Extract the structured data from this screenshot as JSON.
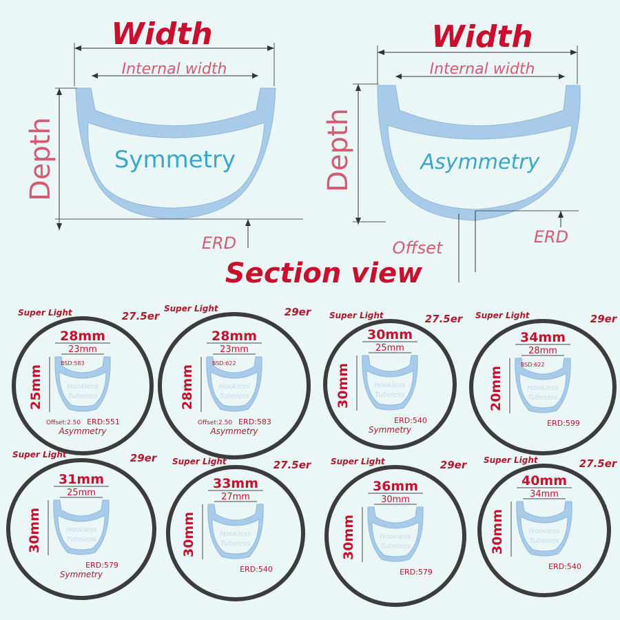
{
  "colors": {
    "background": "#ebf7f6",
    "rim_blue": "#a8cbea",
    "rim_blue_dark": "#8fb7df",
    "label_blue": "#3aa6c8",
    "title_red": "#c8102e",
    "depth_pink": "#d45a72",
    "ring": "#3c3c3c",
    "line": "#333333"
  },
  "sections": [
    {
      "width_label": "Width",
      "internal_label": "Internal width",
      "depth_label": "Depth",
      "profile_label": "Symmetry",
      "erd_label": "ERD"
    },
    {
      "width_label": "Width",
      "internal_label": "Internal width",
      "depth_label": "Depth",
      "profile_label": "Asymmetry",
      "erd_label": "ERD",
      "offset_label": "Offset"
    }
  ],
  "section_title": "Section view",
  "rims": [
    {
      "weight": "Super Light",
      "size": "27.5er",
      "width": "28mm",
      "internal": "23mm",
      "depth": "25mm",
      "bsd": "BSD:583",
      "offset": "Offset:2.50",
      "erd": "ERD:551",
      "profile": "Asymmetry",
      "hookless": "Hookless",
      "tubeless": "Tubeless"
    },
    {
      "weight": "Super Light",
      "size": "29er",
      "width": "28mm",
      "internal": "23mm",
      "depth": "28mm",
      "bsd": "BSD:622",
      "offset": "Offset:2.50",
      "erd": "ERD:583",
      "profile": "Asymmetry",
      "hookless": "Hookless",
      "tubeless": "Tubeless"
    },
    {
      "weight": "Super Light",
      "size": "27.5er",
      "width": "30mm",
      "internal": "25mm",
      "depth": "30mm",
      "erd": "ERD:540",
      "profile": "Symmetry",
      "hookless": "Hookless",
      "tubeless": "Tubeless"
    },
    {
      "weight": "Super Light",
      "size": "29er",
      "width": "34mm",
      "internal": "28mm",
      "depth": "20mm",
      "bsd": "BSD:622",
      "erd": "ERD:599",
      "hookless": "Hookless",
      "tubeless": "Tubeless"
    },
    {
      "weight": "Super Light",
      "size": "29er",
      "width": "31mm",
      "internal": "25mm",
      "depth": "30mm",
      "erd": "ERD:579",
      "profile": "Symmetry",
      "hookless": "Hookless",
      "tubeless": "Tubeless"
    },
    {
      "weight": "Super Light",
      "size": "27.5er",
      "width": "33mm",
      "internal": "27mm",
      "depth": "30mm",
      "erd": "ERD:540",
      "hookless": "Hookless",
      "tubeless": "Tubeless"
    },
    {
      "weight": "Super Light",
      "size": "29er",
      "width": "36mm",
      "internal": "30mm",
      "depth": "30mm",
      "erd": "ERD:579",
      "hookless": "Hookless",
      "tubeless": "Tubeless"
    },
    {
      "weight": "Super Light",
      "size": "27.5er",
      "width": "40mm",
      "internal": "34mm",
      "depth": "30mm",
      "erd": "ERD:540",
      "hookless": "Hookless",
      "tubeless": "Tubeless"
    }
  ]
}
